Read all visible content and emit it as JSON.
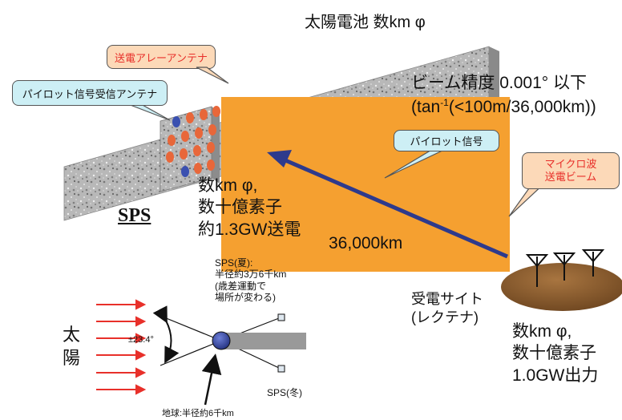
{
  "sps_panel": {
    "title": "太陽電池 数km φ",
    "label": "SPS"
  },
  "callouts": {
    "array_antenna": "送電アレーアンテナ",
    "pilot_antenna": "パイロット信号受信アンテナ",
    "pilot_signal": "パイロット信号",
    "microwave_beam_line1": "マイクロ波",
    "microwave_beam_line2": "送電ビーム"
  },
  "beam": {
    "accuracy": "ビーム精度 0.001°  以下",
    "formula_pre": "(tan",
    "formula_sup": "-1",
    "formula_post": "(<100m/36,000km))",
    "distance": "36,000km"
  },
  "transmitter_spec": {
    "line1": "数km φ,",
    "line2": "数十億素子",
    "line3": "約1.3GW送電"
  },
  "receiver": {
    "site_line1": "受電サイト",
    "site_line2": "(レクテナ)",
    "spec_line1": "数km φ,",
    "spec_line2": "数十億素子",
    "spec_line3": "1.0GW出力"
  },
  "orbit": {
    "sun_char1": "太",
    "sun_char2": "陽",
    "angle": "±23.4°",
    "summer_line1": "SPS(夏):",
    "summer_line2": "半径約3万6千km",
    "summer_line3": "(歳差運動で",
    "summer_line4": "場所が変わる)",
    "winter": "SPS(冬)",
    "earth": "地球:半径約6千km"
  },
  "colors": {
    "beam_area": "#F5A030",
    "beam_arrow": "#2E3A8C",
    "orange_callout": "#FCD9B8",
    "blue_callout": "#CDEFF5",
    "pilot_element": "#3A50B0",
    "array_element": "#E8673A",
    "sun_rays": "#E8302A",
    "earth": "#2E3A9C",
    "rectenna_ground": "#8B5A2B",
    "shadow": "#999999"
  }
}
